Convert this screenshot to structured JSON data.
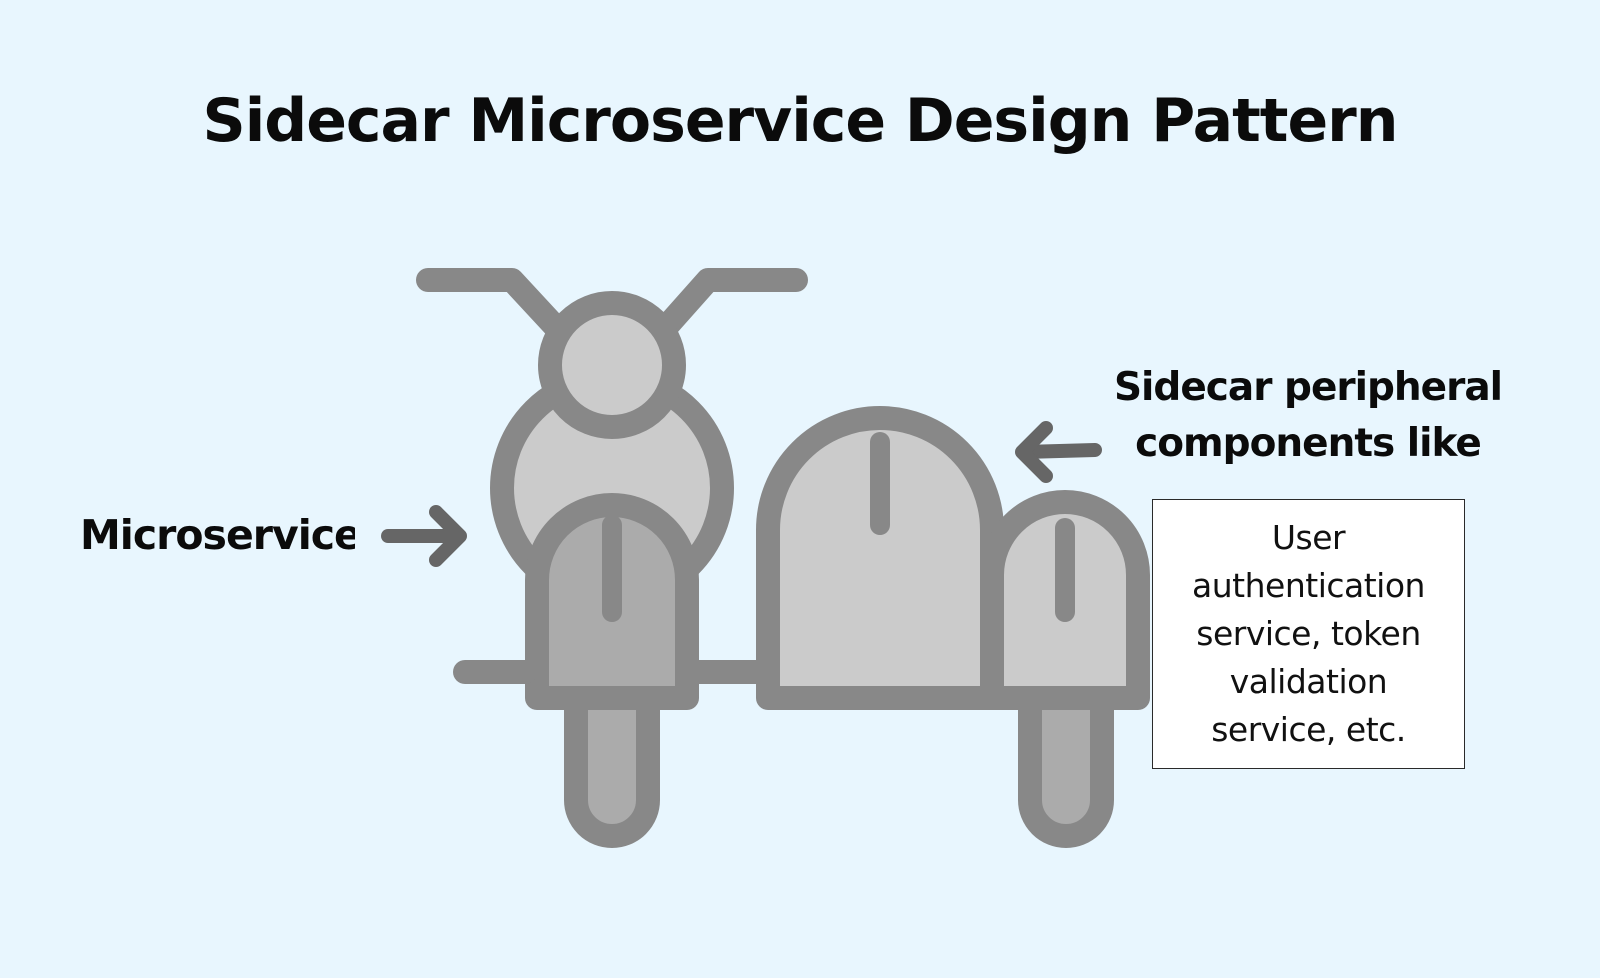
{
  "title": "Sidecar Microservice Design Pattern",
  "labels": {
    "microservice": "Microservice",
    "sidecar": "Sidecar peripheral components like",
    "sidecar_examples": "User authentication service, token validation service, etc."
  },
  "colors": {
    "background": "#e8f6fe",
    "outline": "#888888",
    "fill_light": "#cbcbcb",
    "fill_dark": "#ababab",
    "arrow": "#666666"
  }
}
